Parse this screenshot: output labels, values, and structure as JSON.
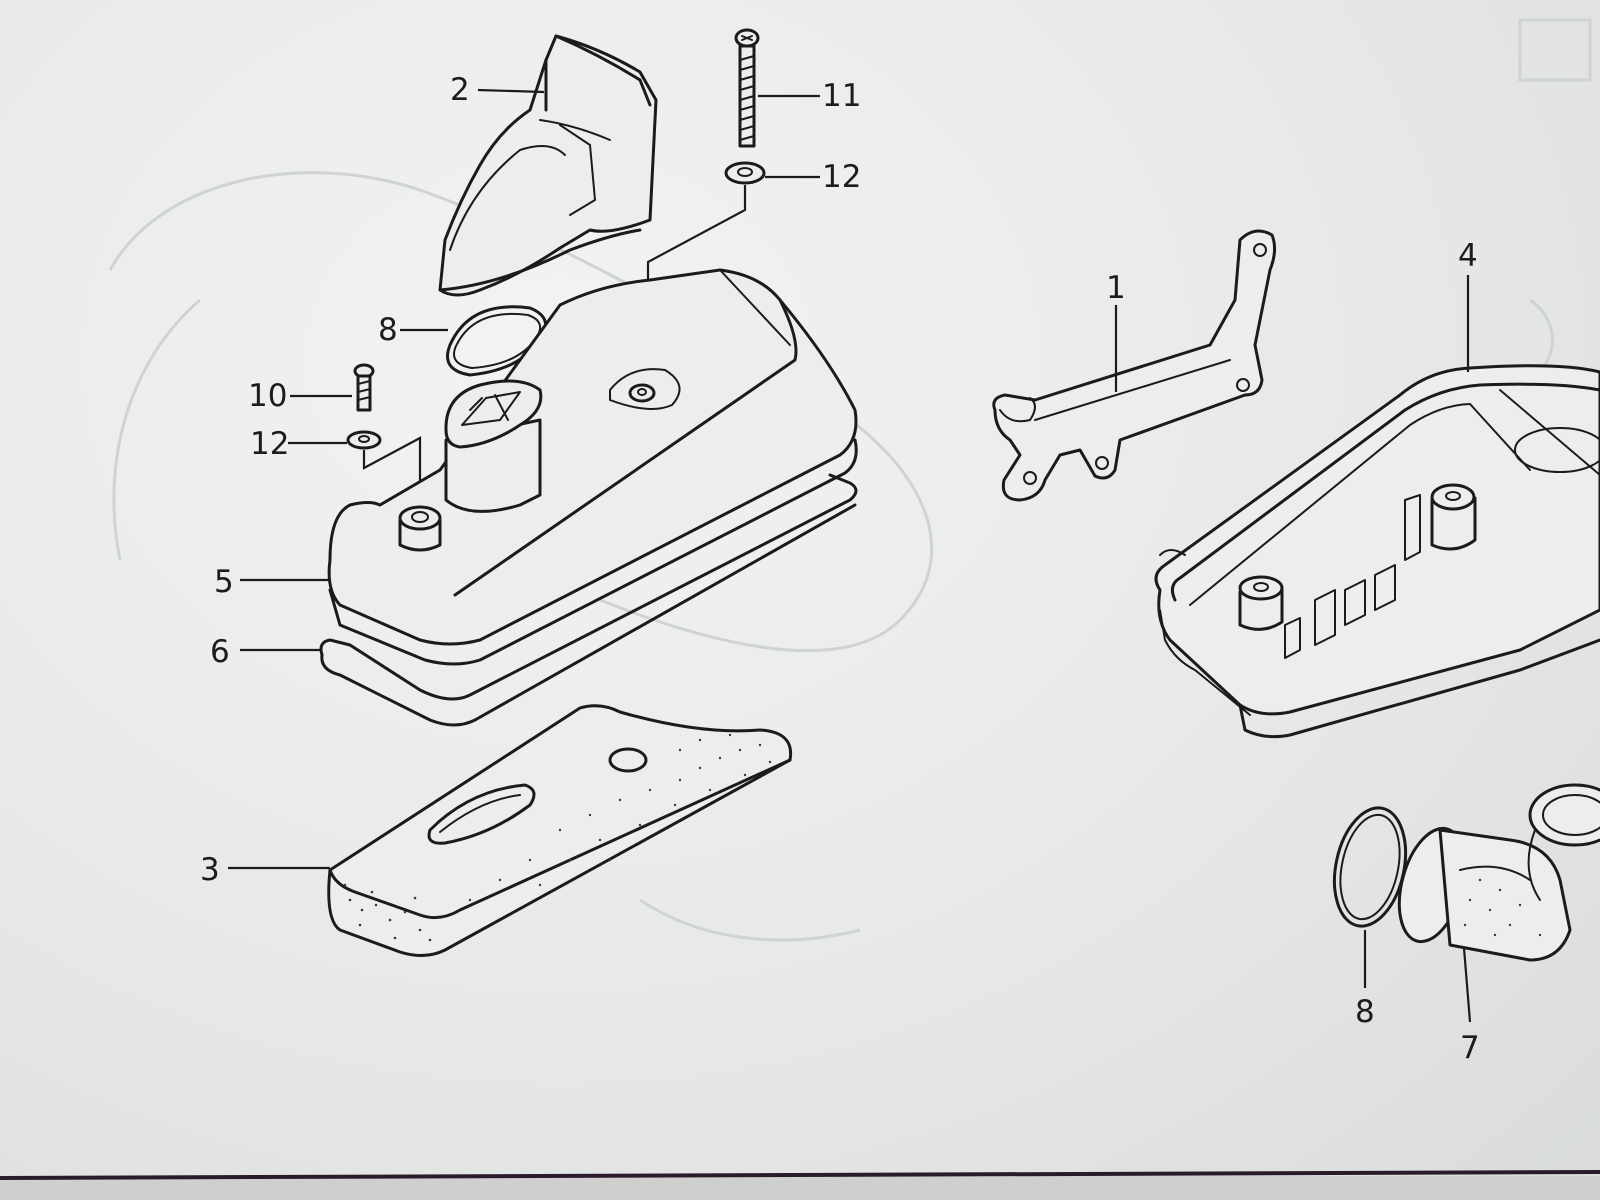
{
  "diagram": {
    "callouts": [
      {
        "id": "c2",
        "label": "2"
      },
      {
        "id": "c11",
        "label": "11"
      },
      {
        "id": "c12a",
        "label": "12"
      },
      {
        "id": "c8a",
        "label": "8"
      },
      {
        "id": "c10",
        "label": "10"
      },
      {
        "id": "c12b",
        "label": "12"
      },
      {
        "id": "c5",
        "label": "5"
      },
      {
        "id": "c6",
        "label": "6"
      },
      {
        "id": "c3",
        "label": "3"
      },
      {
        "id": "c1",
        "label": "1"
      },
      {
        "id": "c4",
        "label": "4"
      },
      {
        "id": "c8b",
        "label": "8"
      },
      {
        "id": "c7",
        "label": "7"
      }
    ]
  },
  "colors": {
    "paper": "#e9ebea",
    "ink": "#1b1b1b",
    "bottom_rule": "#2a1a2a"
  }
}
